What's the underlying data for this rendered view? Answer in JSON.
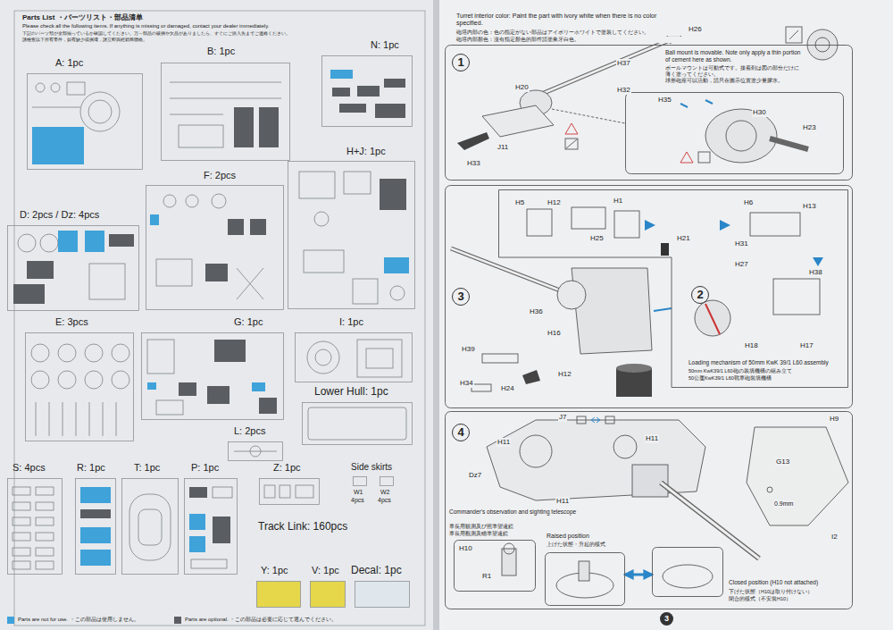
{
  "diagram": {
    "title": "Parts List ・パーツリスト・部品清单",
    "nodes": [
      {
        "text": [
          "A: 1pc"
        ]
      },
      {
        "text": [
          "B: 1pc"
        ]
      },
      {
        "text": [
          "N: 1pc"
        ]
      },
      {
        "text": [
          "H+J: 1pc"
        ]
      },
      {
        "text": [
          "F: 2pcs"
        ]
      },
      {
        "text": [
          "D: 2pcs / Dz: 4pcs"
        ]
      },
      {
        "text": [
          "E: 3pcs"
        ]
      },
      {
        "text": [
          "G: 1pc"
        ]
      },
      {
        "text": [
          "I: 1pc"
        ]
      },
      {
        "text": [
          "Lower Hull: 1pc"
        ]
      },
      {
        "text": [
          "L: 2pcs"
        ]
      },
      {
        "text": [
          "S: 4pcs"
        ]
      },
      {
        "text": [
          "R: 1pc"
        ]
      },
      {
        "text": [
          "T: 1pc"
        ]
      },
      {
        "text": [
          "P: 1pc"
        ]
      },
      {
        "text": [
          "Z: 1pc"
        ]
      },
      {
        "text": [
          "W1",
          "4pcs"
        ]
      },
      {
        "text": [
          "W2",
          "4pcs"
        ]
      },
      {
        "text": [
          "Y: 1pc"
        ]
      },
      {
        "text": [
          "V: 1pc"
        ]
      },
      {
        "text": [
          "Decal: 1pc"
        ]
      },
      {
        "text": [
          "1"
        ]
      },
      {
        "text": [
          "Ball mount is movable. Note only apply a thin portion of cement here as shown.",
          "ボールマウントは可動式です。接着剤は図の部分だけに薄く塗ってください。",
          "球形砲座可以活動，請只在圖示位置塗少量膠水。"
        ],
        "in": 21
      },
      {
        "text": [
          "3"
        ]
      },
      {
        "text": [
          "2",
          "Loading mechanism of 50mm KwK 39/1 L60 assembly",
          "50mm KwK39/1 L60砲の装填機構の組み立て",
          "50公厘KwK39/1 L60戰車砲裝填機構"
        ],
        "in": 23
      },
      {
        "text": [
          "4",
          "Commander's observation and sighting telescope",
          "車長用観測及び照準望遠鏡",
          "車長用觀測及瞄準望遠鏡"
        ]
      },
      {
        "text": [
          "H10",
          "R1"
        ],
        "in": 25
      },
      {
        "text": [
          "Raised position",
          "上げた状態・升起的樣式"
        ],
        "in": 25
      },
      {
        "text": [
          "Closed position (H10 not attached)",
          "下げた状態（H10は取り付けない）",
          "閉合的樣式（不安裝H10）"
        ],
        "in": 25
      }
    ],
    "edges": [
      {
        "from": 27,
        "to": 28,
        "arrow": "both"
      }
    ],
    "labels": [
      "Please check all the following items. If anything is missing or damaged, contact your dealer immediately.",
      "下記のパーツ類が全部揃っているか確認してください。万一部品の破損や欠品がありましたら、すぐにご購入先までご連絡ください。",
      "請檢查以下所有零件，如有缺少或損壞，請立即與經銷商聯絡。",
      "Side skirts",
      "Track Link: 160pcs",
      "Turret interior color: Paint the part with ivory white when there is no color specified.",
      "砲塔内部の色：色の指定がない部品はアイボリーホワイトで塗装してください。",
      "砲塔內部顏色：沒有指定顏色的部件請塗象牙白色。",
      "H26",
      "H20",
      "H37",
      "H32",
      "J11",
      "H33",
      "H35",
      "H30",
      "H23",
      "H5",
      "H12",
      "H1",
      "H25",
      "H21",
      "H6",
      "H13",
      "H31",
      "H27",
      "H38",
      "H18",
      "H17",
      "H36",
      "H16",
      "H39",
      "H34",
      "H24",
      "H12",
      "J7",
      "H11",
      "H11",
      "Dz7",
      "H11",
      "H9",
      "G13",
      "I2",
      "0.9mm",
      "3"
    ],
    "legend": [
      {
        "text": "Parts are not for use. ・この部品は使用しません。",
        "color": "#3fa2d9"
      },
      {
        "text": "Parts are optional. ・この部品は必要に応じて選んでください。",
        "color": "#5a5e63"
      }
    ]
  }
}
